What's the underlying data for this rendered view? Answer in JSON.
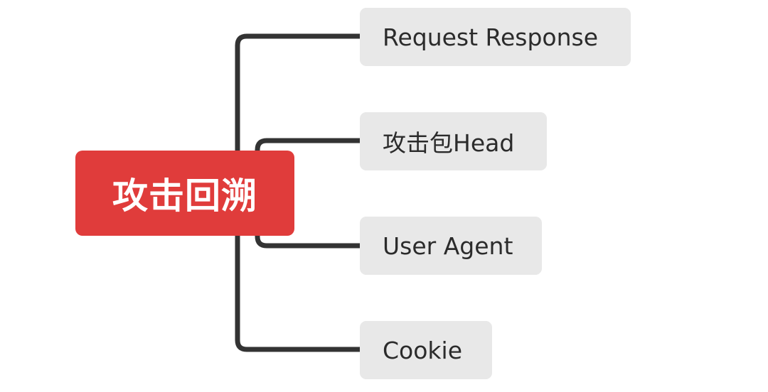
{
  "root": {
    "label": "攻击回溯",
    "color": "#e03c3b"
  },
  "children": [
    {
      "label": "Request Response"
    },
    {
      "label": "攻击包Head"
    },
    {
      "label": "User Agent"
    },
    {
      "label": "Cookie"
    }
  ],
  "colors": {
    "child_fill": "#e8e8e8",
    "connector": "#333333",
    "child_text": "#2b2b2b",
    "root_text": "#ffffff"
  }
}
